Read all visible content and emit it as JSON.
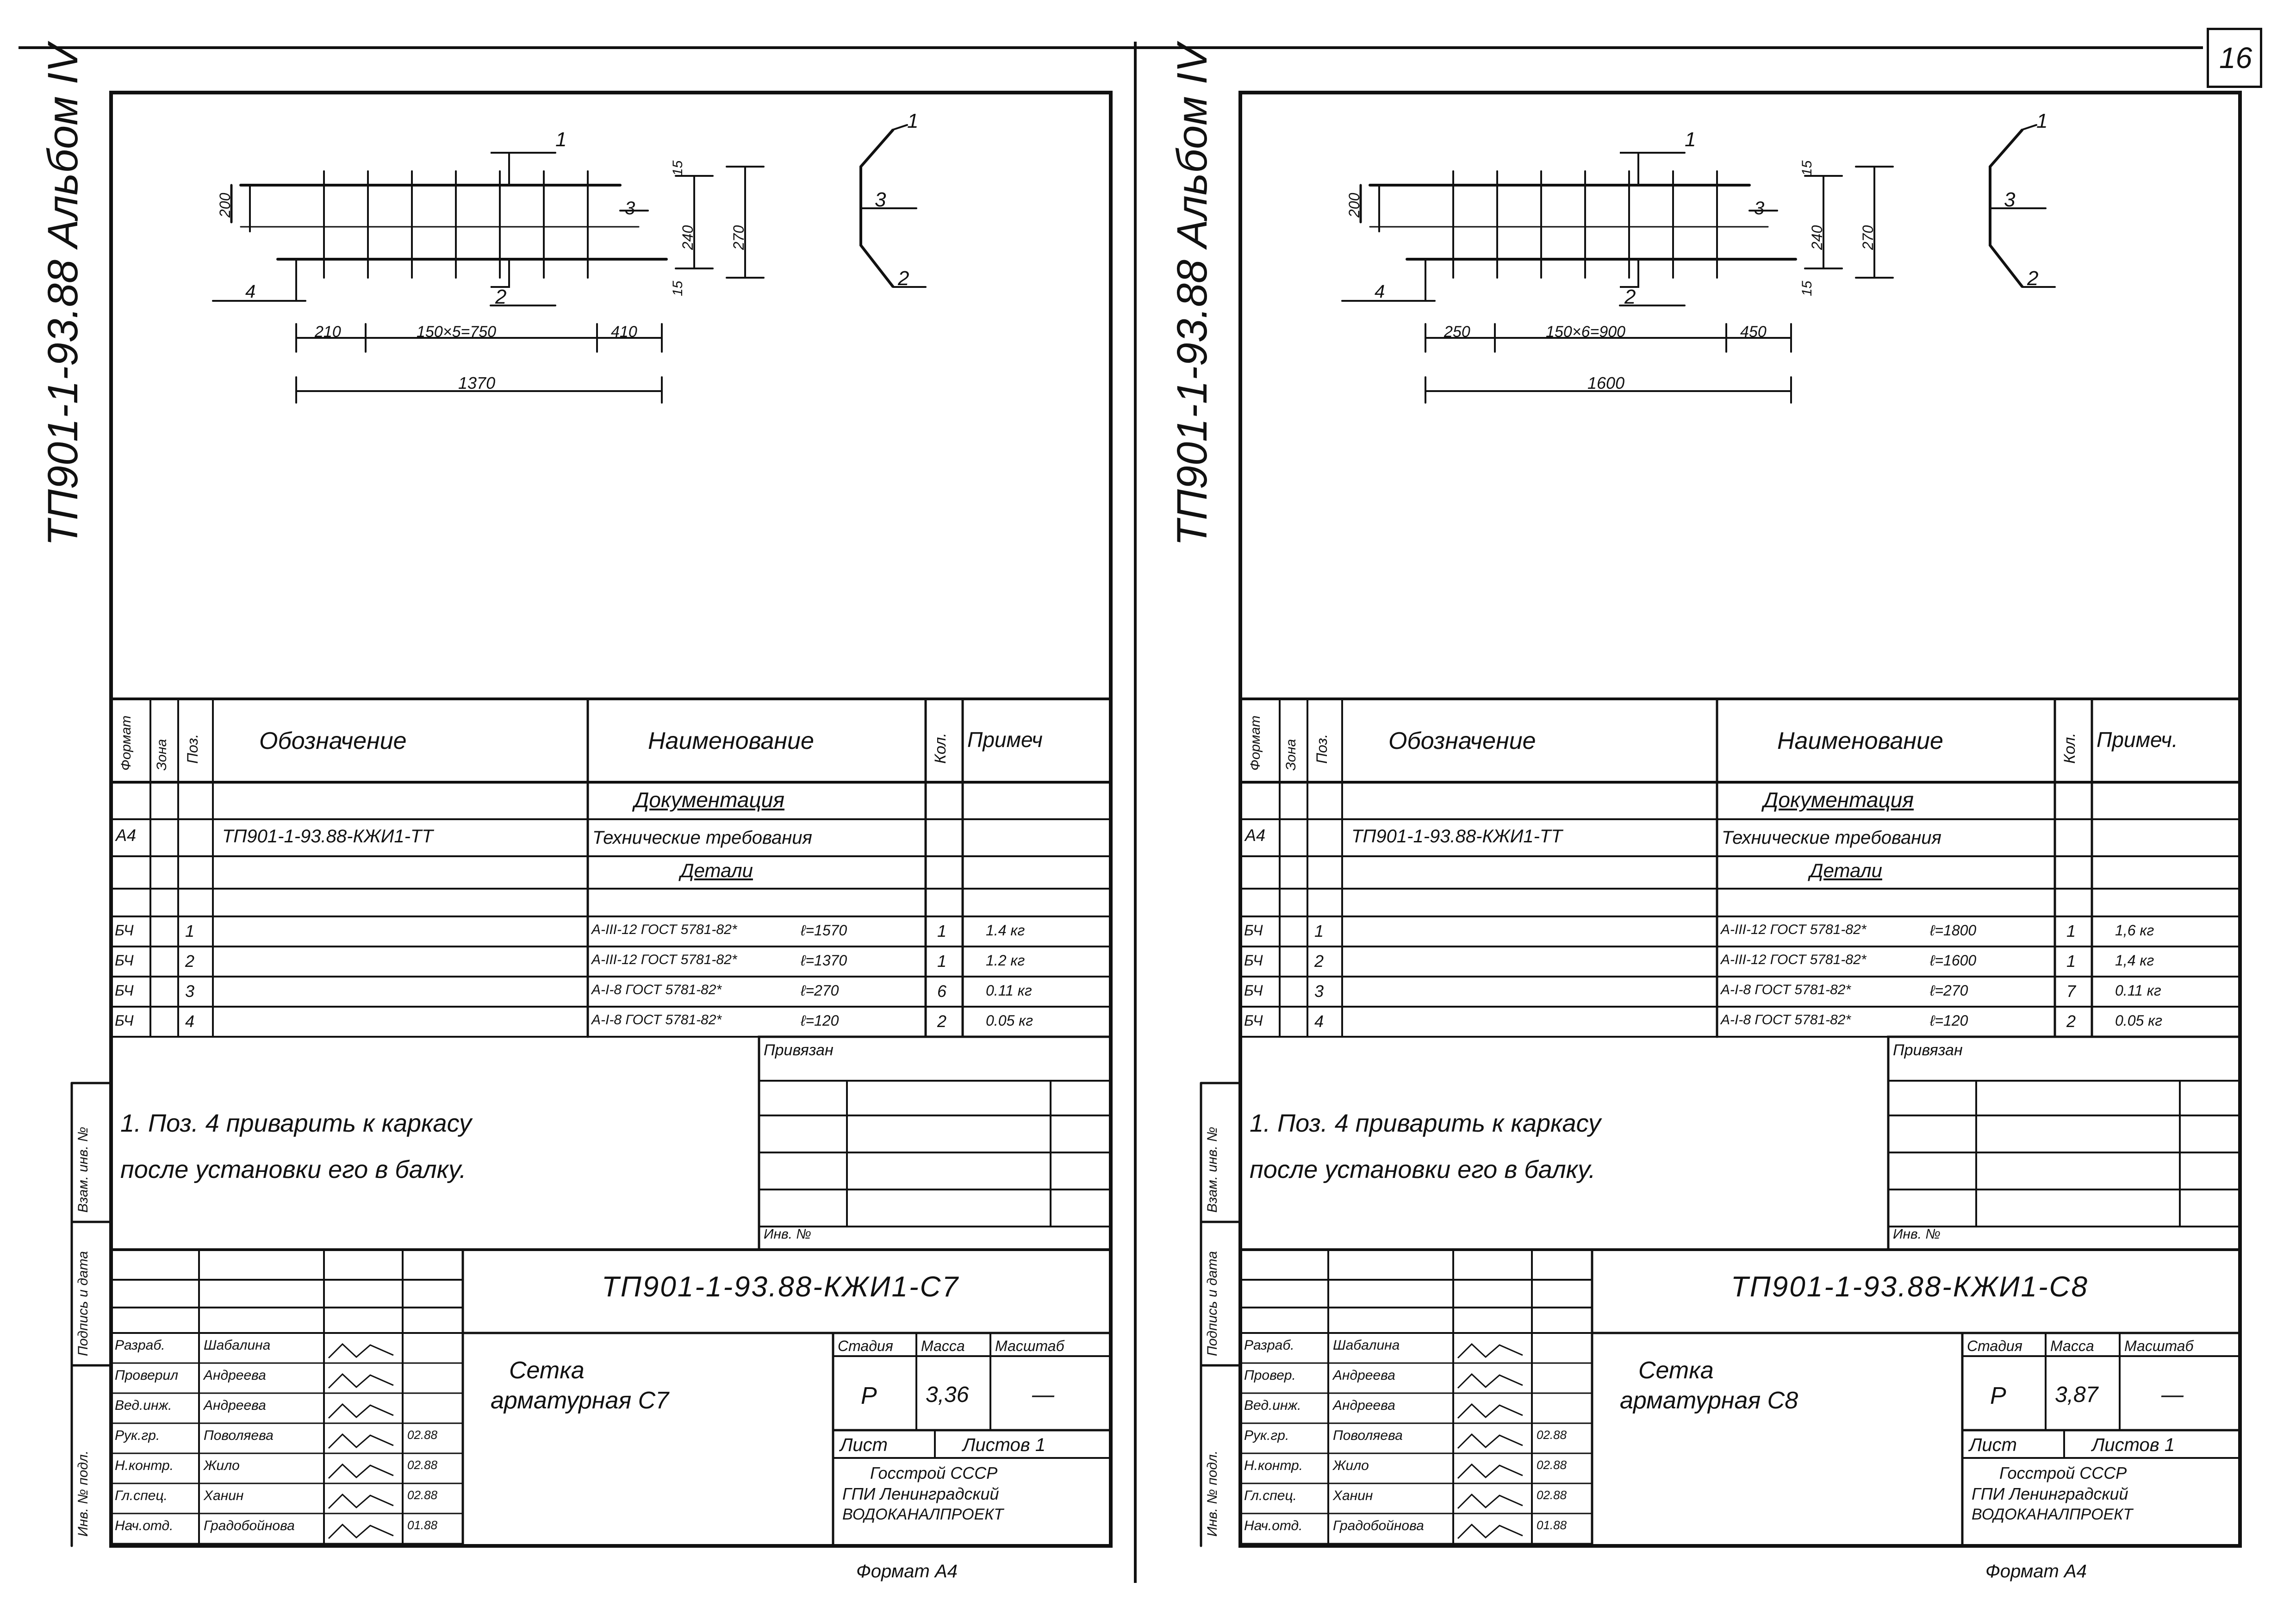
{
  "page": {
    "number": "16"
  },
  "sheets": [
    {
      "id": "left",
      "album_label": "ТП901-1-93.88 Альбом IV",
      "drawing": {
        "dim_200": "200",
        "dim_15_top": "15",
        "dim_240": "240",
        "dim_270": "270",
        "dim_15_bottom": "15",
        "dim_left": "210",
        "dim_span": "150×5=750",
        "dim_right": "410",
        "dim_total": "1370",
        "pos_labels": [
          "1",
          "2",
          "3",
          "4"
        ]
      },
      "spec_headers": {
        "format": "Формат",
        "zone": "Зона",
        "pos": "Поз.",
        "designation": "Обозначение",
        "name": "Наименование",
        "qty": "Кол.",
        "note": "Примеч"
      },
      "spec_sections": {
        "docs": "Документация",
        "details": "Детали"
      },
      "doc_row": {
        "format": "А4",
        "designation": "ТП901-1-93.88-КЖИ1-ТТ",
        "name": "Технические требования"
      },
      "rows": [
        {
          "format": "БЧ",
          "pos": "1",
          "name": "А-III-12 ГОСТ 5781-82*",
          "length": "ℓ=1570",
          "qty": "1",
          "note": "1.4 кг"
        },
        {
          "format": "БЧ",
          "pos": "2",
          "name": "А-III-12 ГОСТ 5781-82*",
          "length": "ℓ=1370",
          "qty": "1",
          "note": "1.2 кг"
        },
        {
          "format": "БЧ",
          "pos": "3",
          "name": "А-I-8 ГОСТ 5781-82*",
          "length": "ℓ=270",
          "qty": "6",
          "note": "0.11 кг"
        },
        {
          "format": "БЧ",
          "pos": "4",
          "name": "А-I-8 ГОСТ 5781-82*",
          "length": "ℓ=120",
          "qty": "2",
          "note": "0.05 кг"
        }
      ],
      "notes": [
        "1. Поз. 4 приварить к каркасу",
        "после установки его в балку."
      ],
      "privyazan": "Привязан",
      "inv_no": "Инв. №",
      "side_labels": [
        "Инв. № подл.",
        "Подпись и дата",
        "Взам. инв. №"
      ],
      "code": "ТП901-1-93.88-КЖИ1-С7",
      "title_lines": [
        "Сетка",
        "арматурная С7"
      ],
      "stage_headers": {
        "stage": "Стадия",
        "mass": "Масса",
        "scale": "Масштаб"
      },
      "stage_values": {
        "stage": "Р",
        "mass": "3,36",
        "scale": "—"
      },
      "sheet_label": "Лист",
      "sheets_label": "Листов 1",
      "org_lines": [
        "Госстрой СССР",
        "ГПИ Ленинградский",
        "ВОДОКАНАЛПРОЕКТ"
      ],
      "signatories": [
        {
          "role": "Разраб.",
          "name": "Шабалина",
          "date": ""
        },
        {
          "role": "Проверил",
          "name": "Андреева",
          "date": ""
        },
        {
          "role": "Вед.инж.",
          "name": "Андреева",
          "date": ""
        },
        {
          "role": "Рук.гр.",
          "name": "Поволяева",
          "date": "02.88"
        },
        {
          "role": "Н.контр.",
          "name": "Жило",
          "date": "02.88"
        },
        {
          "role": "Гл.спец.",
          "name": "Ханин",
          "date": "02.88"
        },
        {
          "role": "Нач.отд.",
          "name": "Градобойнова",
          "date": "01.88"
        }
      ],
      "format_label": "Формат А4"
    },
    {
      "id": "right",
      "album_label": "ТП901-1-93.88 Альбом IV",
      "drawing": {
        "dim_200": "200",
        "dim_15_top": "15",
        "dim_240": "240",
        "dim_270": "270",
        "dim_15_bottom": "15",
        "dim_left": "250",
        "dim_span": "150×6=900",
        "dim_right": "450",
        "dim_total": "1600",
        "pos_labels": [
          "1",
          "2",
          "3",
          "4"
        ]
      },
      "spec_headers": {
        "format": "Формат",
        "zone": "Зона",
        "pos": "Поз.",
        "designation": "Обозначение",
        "name": "Наименование",
        "qty": "Кол.",
        "note": "Примеч."
      },
      "spec_sections": {
        "docs": "Документация",
        "details": "Детали"
      },
      "doc_row": {
        "format": "А4",
        "designation": "ТП901-1-93.88-КЖИ1-ТТ",
        "name": "Технические требования"
      },
      "rows": [
        {
          "format": "БЧ",
          "pos": "1",
          "name": "А-III-12 ГОСТ 5781-82*",
          "length": "ℓ=1800",
          "qty": "1",
          "note": "1,6 кг"
        },
        {
          "format": "БЧ",
          "pos": "2",
          "name": "А-III-12 ГОСТ 5781-82*",
          "length": "ℓ=1600",
          "qty": "1",
          "note": "1,4 кг"
        },
        {
          "format": "БЧ",
          "pos": "3",
          "name": "А-I-8 ГОСТ 5781-82*",
          "length": "ℓ=270",
          "qty": "7",
          "note": "0.11 кг"
        },
        {
          "format": "БЧ",
          "pos": "4",
          "name": "А-I-8 ГОСТ 5781-82*",
          "length": "ℓ=120",
          "qty": "2",
          "note": "0.05 кг"
        }
      ],
      "notes": [
        "1. Поз. 4 приварить к каркасу",
        "после установки его в балку."
      ],
      "privyazan": "Привязан",
      "inv_no": "Инв. №",
      "side_labels": [
        "Инв. № подл.",
        "Подпись и дата",
        "Взам. инв. №"
      ],
      "code": "ТП901-1-93.88-КЖИ1-С8",
      "title_lines": [
        "Сетка",
        "арматурная С8"
      ],
      "stage_headers": {
        "stage": "Стадия",
        "mass": "Масса",
        "scale": "Масштаб"
      },
      "stage_values": {
        "stage": "Р",
        "mass": "3,87",
        "scale": "—"
      },
      "sheet_label": "Лист",
      "sheets_label": "Листов 1",
      "org_lines": [
        "Госстрой СССР",
        "ГПИ Ленинградский",
        "ВОДОКАНАЛПРОЕКТ"
      ],
      "signatories": [
        {
          "role": "Разраб.",
          "name": "Шабалина",
          "date": ""
        },
        {
          "role": "Провер.",
          "name": "Андреева",
          "date": ""
        },
        {
          "role": "Вед.инж.",
          "name": "Андреева",
          "date": ""
        },
        {
          "role": "Рук.гр.",
          "name": "Поволяева",
          "date": "02.88"
        },
        {
          "role": "Н.контр.",
          "name": "Жило",
          "date": "02.88"
        },
        {
          "role": "Гл.спец.",
          "name": "Ханин",
          "date": "02.88"
        },
        {
          "role": "Нач.отд.",
          "name": "Градобойнова",
          "date": "01.88"
        }
      ],
      "format_label": "Формат А4"
    }
  ]
}
